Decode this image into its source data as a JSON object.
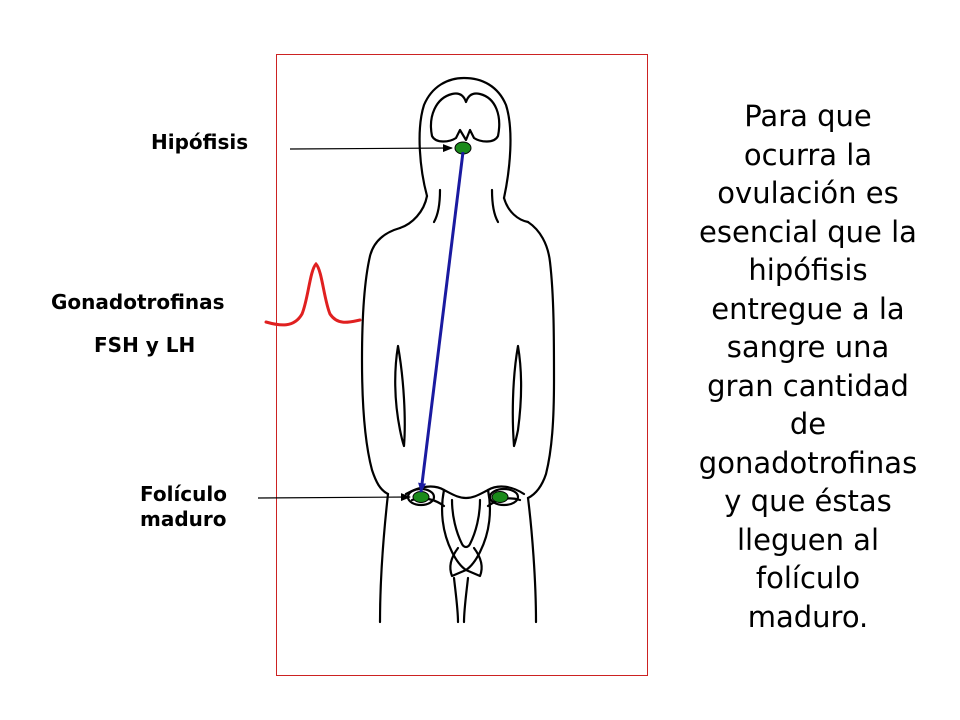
{
  "labels": {
    "hipofisis": "Hipófisis",
    "gonadotrofinas": "Gonadotrofinas",
    "fsh_lh": "FSH y LH",
    "foliculo_line1": "Folículo",
    "foliculo_line2": "maduro"
  },
  "explanation_lines": [
    "Para que",
    "ocurra la",
    "ovulación es",
    "esencial que la",
    "hipófisis",
    "entregue a la",
    "sangre una",
    "gran cantidad",
    "de",
    "gonadotrofinas",
    "y que éstas",
    "lleguen al",
    "folículo",
    "maduro."
  ],
  "colors": {
    "frame": "#cc2222",
    "hormone_curve": "#e02020",
    "pathway": "#1a1aa0",
    "gland": "#1a8a1a"
  },
  "icons": {
    "figure": "female-body-outline-icon",
    "hormone_peak": "hormone-peak-curve-icon"
  }
}
